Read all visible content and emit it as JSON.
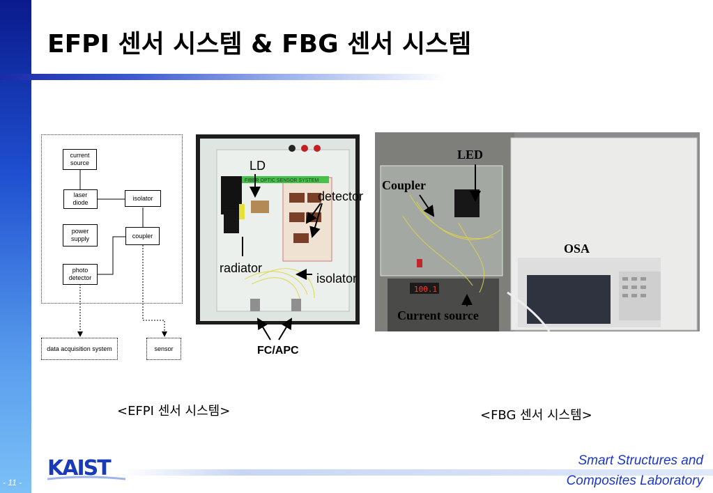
{
  "title": "EFPI 센서 시스템 & FBG 센서 시스템",
  "block_diagram": {
    "current_source": "current\nsource",
    "laser_diode": "laser\ndiode",
    "isolator": "isolator",
    "power_supply": "power\nsupply",
    "coupler": "coupler",
    "photo_detector": "photo\ndetector",
    "data_acquisition": "data acquisition system",
    "sensor": "sensor"
  },
  "efpi_photo": {
    "ld": "LD",
    "detector": "detector",
    "radiator": "radiator",
    "isolator": "isolator",
    "fc_apc": "FC/APC",
    "board_text": "FIBER OPTIC SENSOR SYSTEM"
  },
  "fbg_photo": {
    "led": "LED",
    "coupler": "Coupler",
    "osa": "OSA",
    "current_source": "Current source",
    "display_value": "100.1"
  },
  "captions": {
    "efpi": "<EFPI 센서 시스템>",
    "fbg": "<FBG 센서 시스템>"
  },
  "footer": {
    "lab_line1": "Smart Structures and",
    "lab_line2": "Composites Laboratory",
    "page": "- 11 -",
    "logo": "KAIST"
  },
  "colors": {
    "accent": "#1a36c8",
    "side_bar": "#1f4fd0"
  }
}
